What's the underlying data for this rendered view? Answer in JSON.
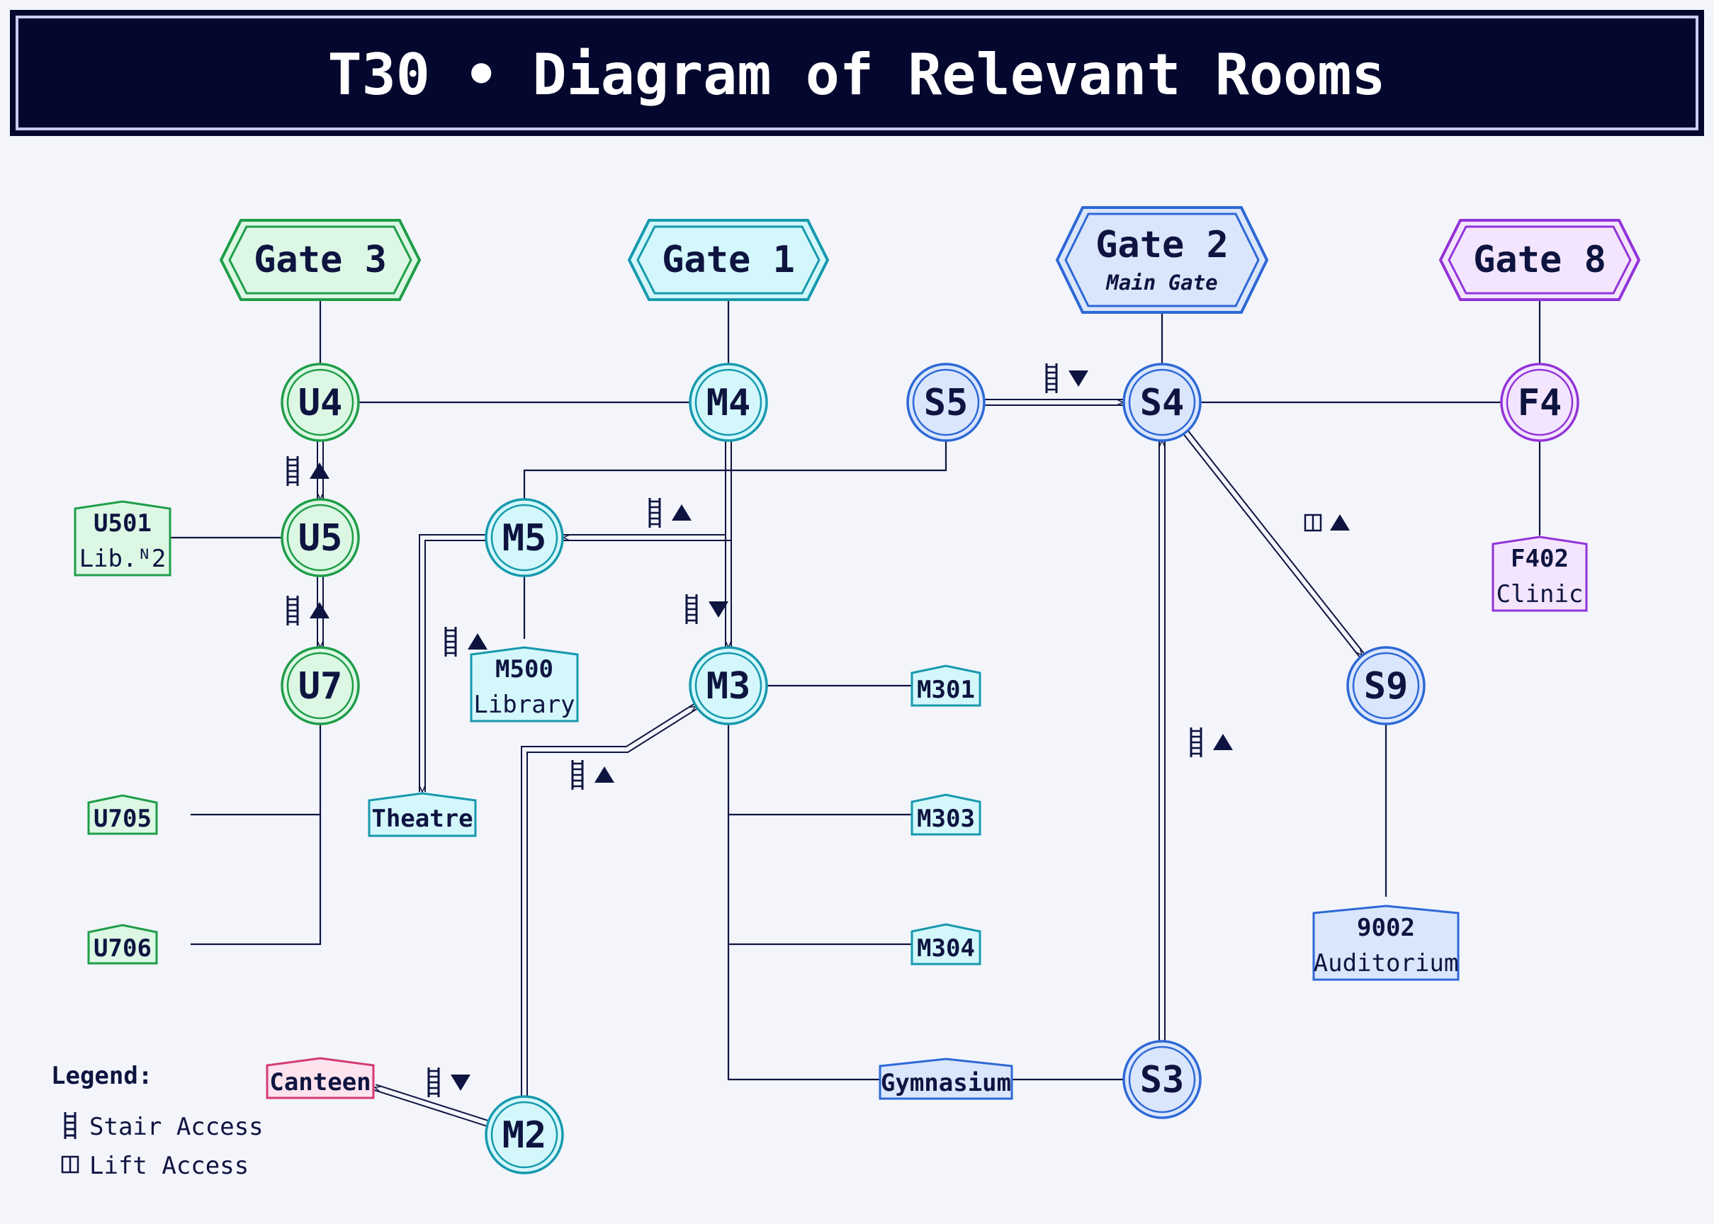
{
  "title": "T30 • Diagram of Relevant Rooms",
  "colors": {
    "green": {
      "stroke": "#1f9d48",
      "fill": "#dcf7e4"
    },
    "cyan": {
      "stroke": "#1699ad",
      "fill": "#d3f7fb"
    },
    "blue": {
      "stroke": "#2d68d6",
      "fill": "#dae6fc"
    },
    "purple": {
      "stroke": "#9333d8",
      "fill": "#f3e5fd"
    },
    "pink": {
      "stroke": "#d43a75",
      "fill": "#fde3ee"
    },
    "line": "#0e1440",
    "header_bg": "#05082e"
  },
  "gates": [
    {
      "id": "gate3",
      "label": "Gate 3",
      "sub": "",
      "color": "green"
    },
    {
      "id": "gate1",
      "label": "Gate 1",
      "sub": "",
      "color": "cyan"
    },
    {
      "id": "gate2",
      "label": "Gate 2",
      "sub": "Main Gate",
      "color": "blue"
    },
    {
      "id": "gate8",
      "label": "Gate 8",
      "sub": "",
      "color": "purple"
    }
  ],
  "nodes": [
    {
      "id": "U4",
      "label": "U4",
      "color": "green"
    },
    {
      "id": "U5",
      "label": "U5",
      "color": "green"
    },
    {
      "id": "U7",
      "label": "U7",
      "color": "green"
    },
    {
      "id": "M4",
      "label": "M4",
      "color": "cyan"
    },
    {
      "id": "M5",
      "label": "M5",
      "color": "cyan"
    },
    {
      "id": "M3",
      "label": "M3",
      "color": "cyan"
    },
    {
      "id": "M2",
      "label": "M2",
      "color": "cyan"
    },
    {
      "id": "S5",
      "label": "S5",
      "color": "blue"
    },
    {
      "id": "S4",
      "label": "S4",
      "color": "blue"
    },
    {
      "id": "S9",
      "label": "S9",
      "color": "blue"
    },
    {
      "id": "S3",
      "label": "S3",
      "color": "blue"
    },
    {
      "id": "F4",
      "label": "F4",
      "color": "purple"
    }
  ],
  "rooms": [
    {
      "id": "U501",
      "lines": [
        "U501",
        "Lib.ᴺ2"
      ],
      "color": "green"
    },
    {
      "id": "U705",
      "lines": [
        "U705"
      ],
      "color": "green"
    },
    {
      "id": "U706",
      "lines": [
        "U706"
      ],
      "color": "green"
    },
    {
      "id": "Theatre",
      "lines": [
        "Theatre"
      ],
      "color": "cyan"
    },
    {
      "id": "M500",
      "lines": [
        "M500",
        "Library"
      ],
      "color": "cyan"
    },
    {
      "id": "M301",
      "lines": [
        "M301"
      ],
      "color": "cyan"
    },
    {
      "id": "M303",
      "lines": [
        "M303"
      ],
      "color": "cyan"
    },
    {
      "id": "M304",
      "lines": [
        "M304"
      ],
      "color": "cyan"
    },
    {
      "id": "Gymnasium",
      "lines": [
        "Gymnasium"
      ],
      "color": "blue"
    },
    {
      "id": "9002",
      "lines": [
        "9002",
        "Auditorium"
      ],
      "color": "blue"
    },
    {
      "id": "F402",
      "lines": [
        "F402",
        "Clinic"
      ],
      "color": "purple"
    },
    {
      "id": "Canteen",
      "lines": [
        "Canteen"
      ],
      "color": "pink"
    }
  ],
  "access_markers": [
    {
      "id": "u4-u5",
      "type": "stair",
      "direction": "up"
    },
    {
      "id": "u5-u7",
      "type": "stair",
      "direction": "up"
    },
    {
      "id": "m4-m5",
      "type": "stair",
      "direction": "up"
    },
    {
      "id": "m4-m3",
      "type": "stair",
      "direction": "down"
    },
    {
      "id": "m5-theatre",
      "type": "stair",
      "direction": "up"
    },
    {
      "id": "m2-m3",
      "type": "stair",
      "direction": "up"
    },
    {
      "id": "m2-canteen",
      "type": "stair",
      "direction": "down"
    },
    {
      "id": "s5-s4",
      "type": "stair",
      "direction": "down"
    },
    {
      "id": "s4-s9",
      "type": "lift",
      "direction": "up"
    },
    {
      "id": "s3-s4",
      "type": "stair",
      "direction": "up"
    }
  ],
  "legend": {
    "title": "Legend:",
    "stair": "Stair Access",
    "lift": "Lift Access"
  }
}
